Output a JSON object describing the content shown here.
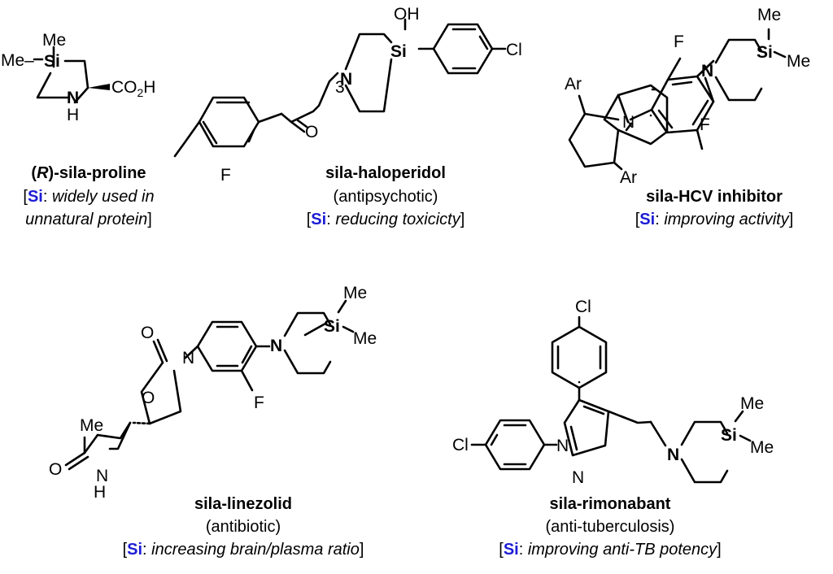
{
  "colors": {
    "si": "#1c1cd6",
    "n": "#e0001b",
    "text": "#000000"
  },
  "atoms": {
    "si": "Si",
    "n": "N",
    "nh": "N",
    "h": "H",
    "me": "Me",
    "me_dash": "Me–",
    "co2h": "CO",
    "co2h_sub": "2",
    "co2h_tail": "H",
    "oh": "OH",
    "cl": "Cl",
    "f": "F",
    "o": "O",
    "ar": "Ar",
    "three": "3"
  },
  "compounds": [
    {
      "name": "(R)-sila-proline",
      "name_prefix": "(",
      "name_italic": "R",
      "name_suffix": ")-sila-proline",
      "note_line1": "widely used in",
      "note_line2": "unnatural protein"
    },
    {
      "name": "sila-haloperidol",
      "class": "(antipsychotic)",
      "note": "reducing toxicicty"
    },
    {
      "name": "sila-HCV inhibitor",
      "note": "improving activity"
    },
    {
      "name": "sila-linezolid",
      "class": "(antibiotic)",
      "note": "increasing brain/plasma ratio"
    },
    {
      "name": "sila-rimonabant",
      "class": "(anti-tuberculosis)",
      "note": "improving anti-TB potency"
    }
  ],
  "bracket": {
    "open": "[",
    "si": "Si",
    "colon": ": ",
    "close": "]"
  }
}
